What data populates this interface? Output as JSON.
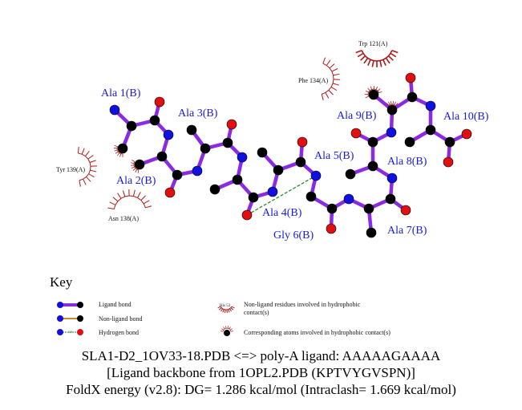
{
  "colors": {
    "ligand_bond": "#8a2be2",
    "non_ligand_bond": "#c8882a",
    "hbond": "#2a8a2a",
    "carbon": "#000000",
    "nitrogen": "#1010e0",
    "oxygen": "#e01010",
    "hydrophobic": "#b01818",
    "label": "#1a1adb"
  },
  "ligand_residues": [
    "Ala 1(B)",
    "Ala 2(B)",
    "Ala 3(B)",
    "Ala 4(B)",
    "Ala 5(B)",
    "Gly 6(B)",
    "Ala 7(B)",
    "Ala 8(B)",
    "Ala 9(B)",
    "Ala 10(B)"
  ],
  "hydrophobic_residues": [
    "Tyr 139(A)",
    "Asn 138(A)",
    "Phe 134(A)",
    "Trp 121(A)"
  ],
  "key": {
    "title": "Key",
    "ligand_bond": "Ligand bond",
    "non_ligand_bond": "Non-ligand bond",
    "hydrogen_bond": "Hydrogen bond",
    "hbond_distance": "3.0",
    "example_residue": "His 53",
    "non_ligand_residues": "Non-ligand residues involved in hydrophobic contact(s)",
    "corresponding_atoms": "Corresponding atoms involved in hydrophobic contact(s)"
  },
  "caption": {
    "line1": "SLA1-D2_1OV33-18.PDB <=> poly-A ligand: AAAAAGAAAA",
    "line2": "[Ligand backbone from 1OPL2.PDB (KPTVYGVSPN)]",
    "line3": "FoldX energy (v2.8): DG= 1.286 kcal/mol (Intraclash= 1.669 kcal/mol)"
  }
}
